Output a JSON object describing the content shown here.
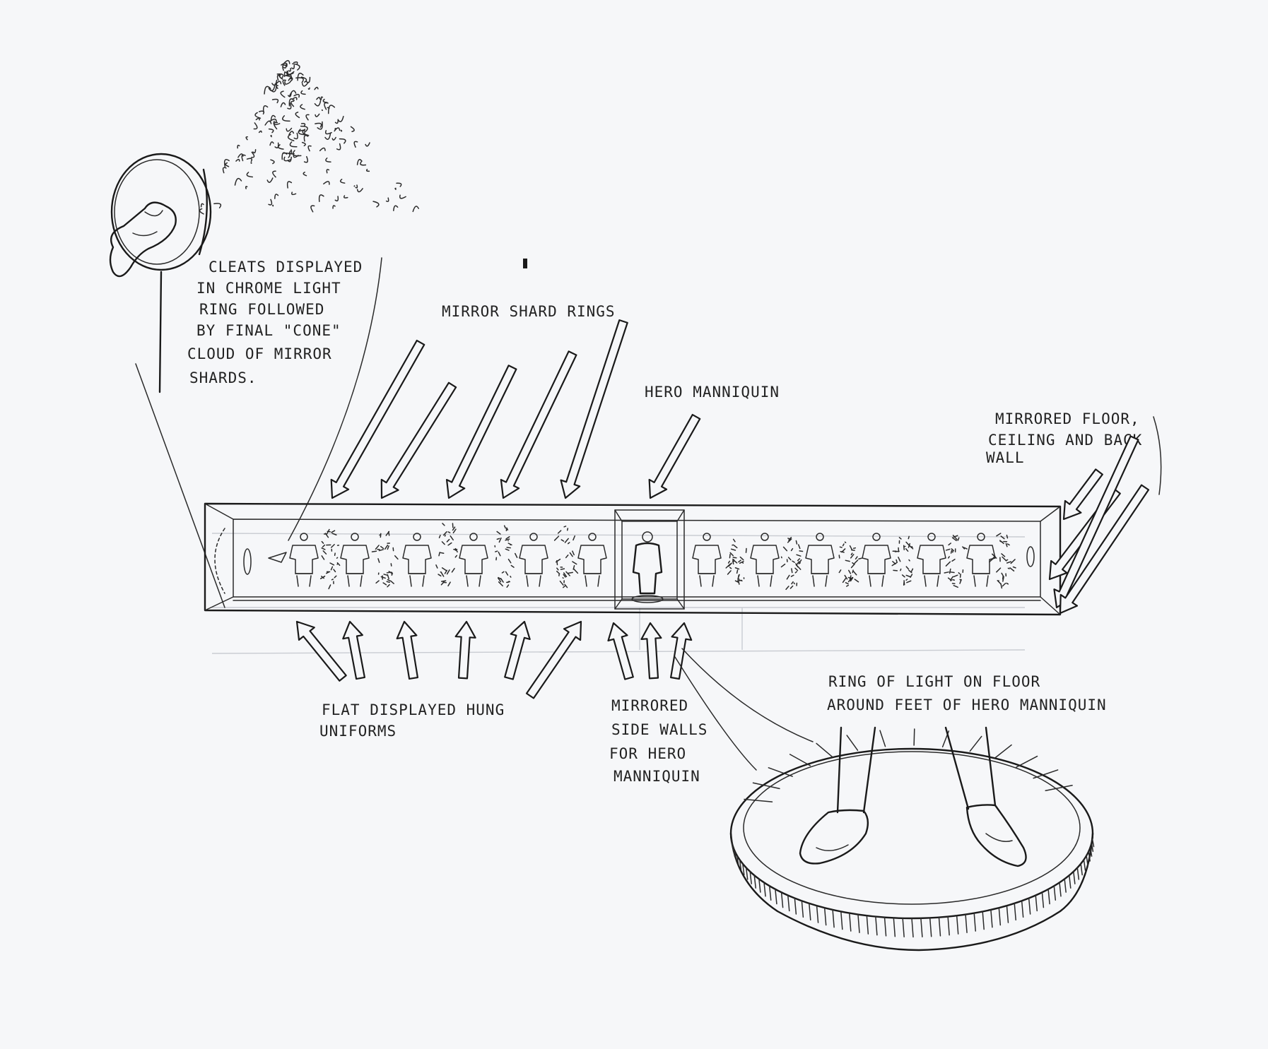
{
  "colors": {
    "paper": "#f6f7f9",
    "ink": "#1a1a1a",
    "ghost": "#c9ccd2"
  },
  "annotations": {
    "cleats": [
      "CLEATS DISPLAYED",
      "IN CHROME LIGHT",
      "RING FOLLOWED",
      "BY FINAL \"CONE\"",
      "CLOUD OF MIRROR",
      "SHARDS."
    ],
    "mirror_shard_rings": [
      "MIRROR SHARD RINGS"
    ],
    "hero_manniquin": [
      "HERO MANNIQUIN"
    ],
    "mirrored_floor": [
      "MIRRORED FLOOR,",
      "CEILING AND BACK",
      "WALL"
    ],
    "flat_displayed": [
      "FLAT DISPLAYED HUNG",
      "UNIFORMS"
    ],
    "mirrored_side_walls": [
      "MIRRORED",
      "SIDE WALLS",
      "FOR HERO",
      "MANNIQUIN"
    ],
    "ring_of_light": [
      "RING OF LIGHT ON FLOOR",
      "AROUND FEET OF HERO MANNIQUIN"
    ]
  }
}
